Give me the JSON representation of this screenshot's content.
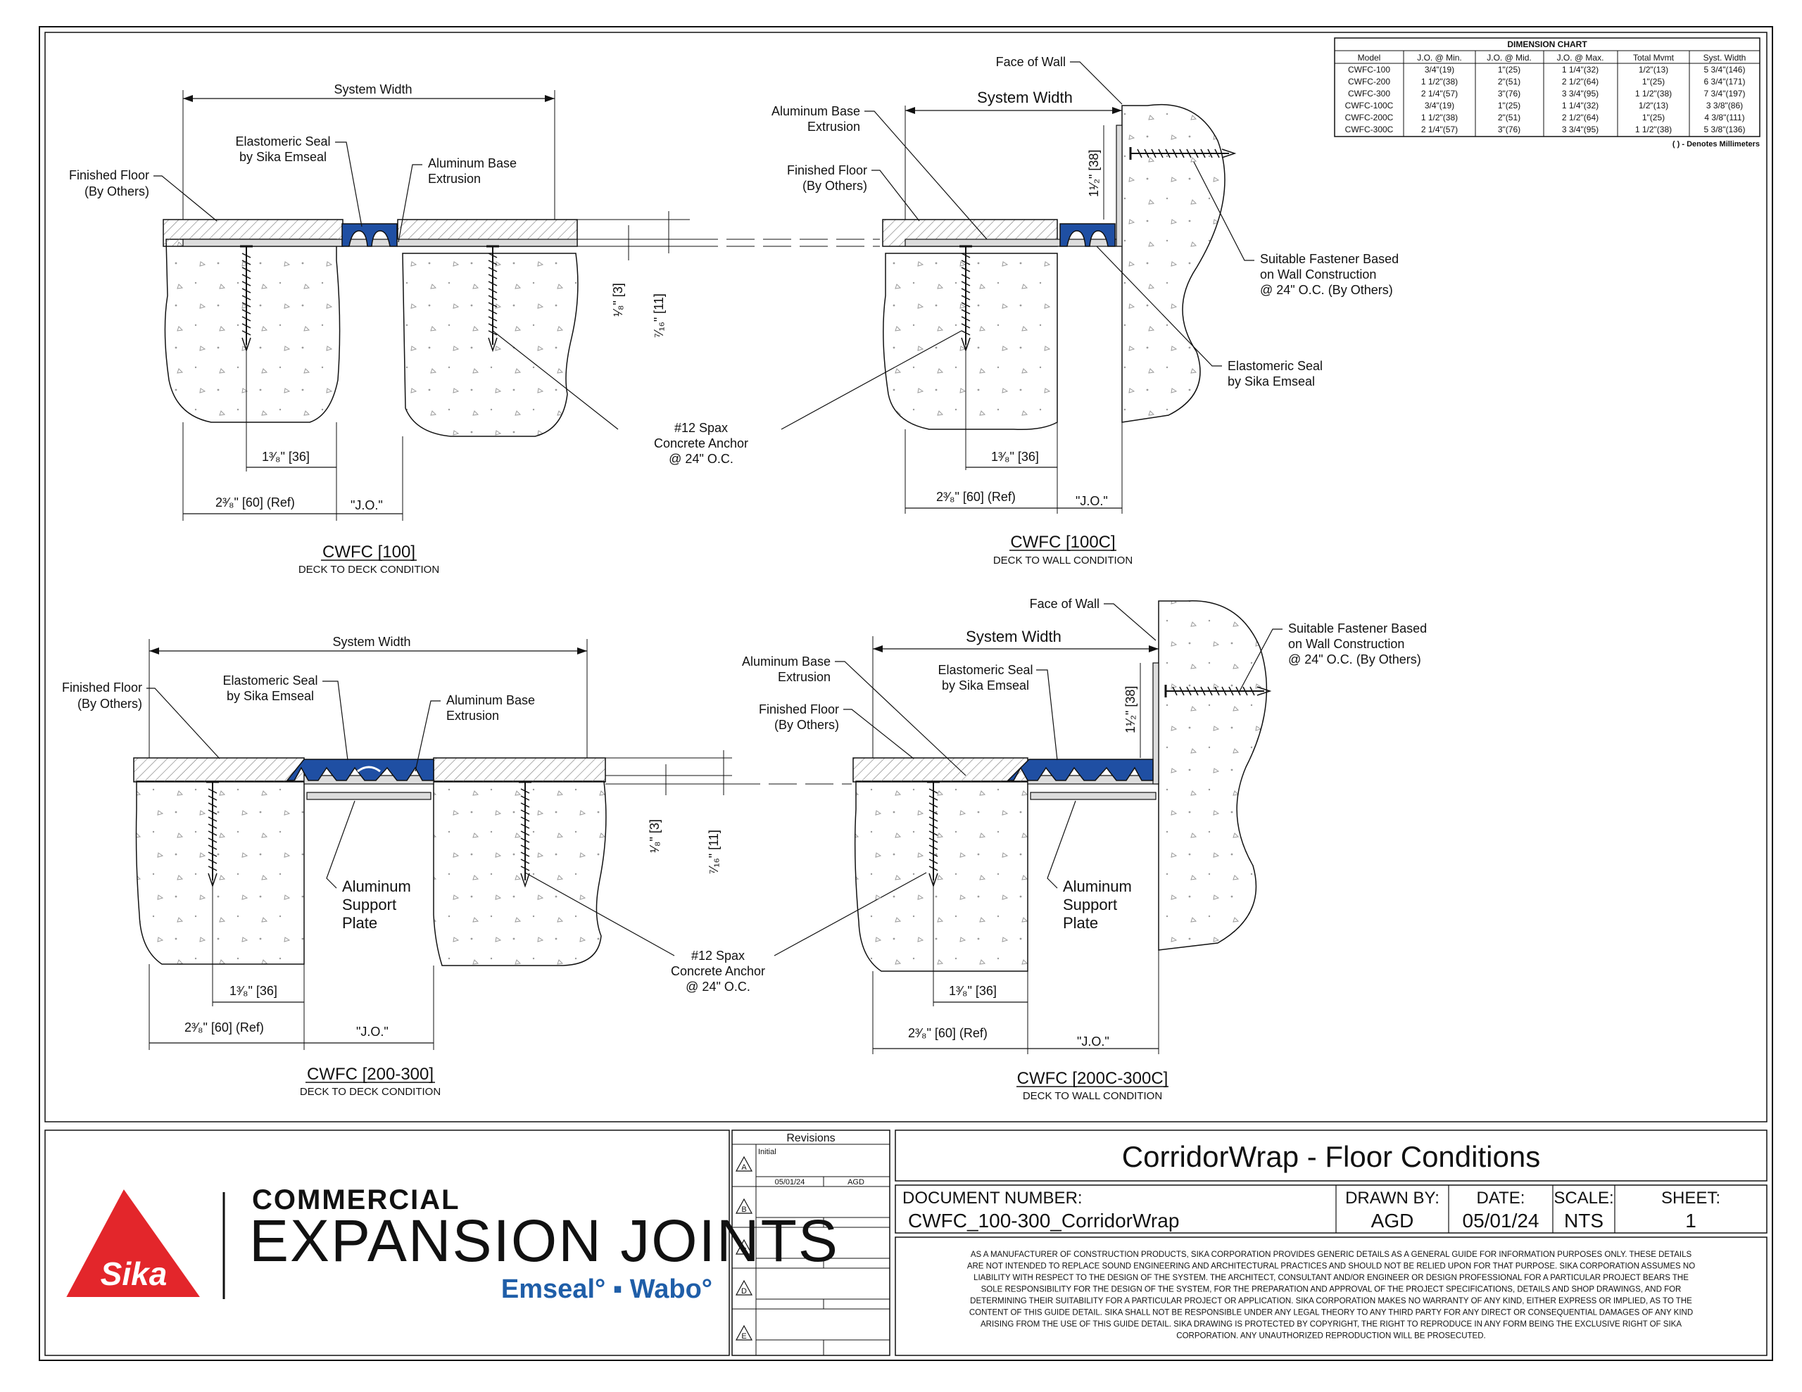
{
  "colors": {
    "seal_blue": "#1f4fa3",
    "logo_red": "#e3262b",
    "brand_blue": "#1f5ea8",
    "line": "#111111",
    "hatch": "#777777"
  },
  "dimension_chart": {
    "title": "DIMENSION CHART",
    "headers": [
      "Model",
      "J.O. @ Min.",
      "J.O. @ Mid.",
      "J.O. @ Max.",
      "Total Mvmt",
      "Syst. Width"
    ],
    "rows": [
      [
        "CWFC-100",
        "3/4\"(19)",
        "1\"(25)",
        "1 1/4\"(32)",
        "1/2\"(13)",
        "5 3/4\"(146)"
      ],
      [
        "CWFC-200",
        "1 1/2\"(38)",
        "2\"(51)",
        "2 1/2\"(64)",
        "1\"(25)",
        "6 3/4\"(171)"
      ],
      [
        "CWFC-300",
        "2 1/4\"(57)",
        "3\"(76)",
        "3 3/4\"(95)",
        "1 1/2\"(38)",
        "7 3/4\"(197)"
      ],
      [
        "CWFC-100C",
        "3/4\"(19)",
        "1\"(25)",
        "1 1/4\"(32)",
        "1/2\"(13)",
        "3 3/8\"(86)"
      ],
      [
        "CWFC-200C",
        "1 1/2\"(38)",
        "2\"(51)",
        "2 1/2\"(64)",
        "1\"(25)",
        "4 3/8\"(111)"
      ],
      [
        "CWFC-300C",
        "2 1/4\"(57)",
        "3\"(76)",
        "3 3/4\"(95)",
        "1 1/2\"(38)",
        "5 3/8\"(136)"
      ]
    ],
    "note": "( ) - Denotes Millimeters"
  },
  "labels": {
    "system_width": "System Width",
    "finished_floor_1": "Finished Floor",
    "finished_floor_2": "(By Others)",
    "seal_1": "Elastomeric Seal",
    "seal_2": "by Sika Emseal",
    "base_1": "Aluminum Base",
    "base_2": "Extrusion",
    "face_of_wall": "Face of Wall",
    "fastener_1": "Suitable Fastener Based",
    "fastener_2": "on Wall Construction",
    "fastener_3": "@ 24\" O.C. (By Others)",
    "anchor_1": "#12 Spax",
    "anchor_2": "Concrete Anchor",
    "anchor_3": "@ 24\" O.C.",
    "support_1": "Aluminum",
    "support_2": "Support",
    "support_3": "Plate",
    "dim_138": "1³⁄₈\" [36]",
    "dim_238": "2³⁄₈\" [60] (Ref)",
    "dim_jo": "\"J.O.\"",
    "dim_18": "¹⁄₈\" [3]",
    "dim_716": "⁷⁄₁₆\" [11]",
    "dim_112": "1¹⁄₂\" [38]"
  },
  "details": [
    {
      "title": "CWFC [100]",
      "subtitle": "DECK TO DECK CONDITION"
    },
    {
      "title": "CWFC [100C]",
      "subtitle": "DECK TO WALL CONDITION"
    },
    {
      "title": "CWFC [200-300]",
      "subtitle": "DECK TO DECK CONDITION"
    },
    {
      "title": "CWFC [200C-300C]",
      "subtitle": "DECK TO WALL CONDITION"
    }
  ],
  "revisions": {
    "title": "Revisions",
    "row_a_label": "Initial",
    "row_a_date": "05/01/24",
    "row_a_by": "AGD",
    "markers": [
      "A",
      "B",
      "C",
      "D",
      "E"
    ]
  },
  "brand": {
    "logo_text": "Sika",
    "line1": "COMMERCIAL",
    "line2": "EXPANSION JOINTS",
    "line3": "Emseal° ▪ Wabo°"
  },
  "title_block": {
    "title": "CorridorWrap - Floor Conditions",
    "doc_number_label": "DOCUMENT NUMBER:",
    "doc_number": "CWFC_100-300_CorridorWrap",
    "drawn_by_label": "DRAWN BY:",
    "drawn_by": "AGD",
    "date_label": "DATE:",
    "date": "05/01/24",
    "scale_label": "SCALE:",
    "scale": "NTS",
    "sheet_label": "SHEET:",
    "sheet": "1",
    "disclaimer": [
      "AS A MANUFACTURER OF CONSTRUCTION PRODUCTS, SIKA CORPORATION PROVIDES GENERIC DETAILS AS A GENERAL GUIDE FOR INFORMATION PURPOSES ONLY. THESE DETAILS",
      "ARE NOT INTENDED TO REPLACE SOUND ENGINEERING AND ARCHITECTURAL PRACTICES AND SHOULD NOT BE RELIED UPON FOR THAT PURPOSE. SIKA CORPORATION ASSUMES NO",
      "LIABILITY WITH RESPECT TO THE DESIGN OF THE SYSTEM. THE ARCHITECT, CONSULTANT AND/OR ENGINEER OR DESIGN PROFESSIONAL FOR A PARTICULAR PROJECT BEARS THE",
      "SOLE RESPONSIBILITY FOR THE DESIGN OF THE SYSTEM, FOR THE PREPARATION AND APPROVAL OF THE PROJECT SPECIFICATIONS, DETAILS AND SHOP DRAWINGS, AND FOR",
      "DETERMINING THEIR SUITABILITY FOR A PARTICULAR PROJECT OR APPLICATION. SIKA CORPORATION MAKES NO WARRANTY OF ANY KIND, EITHER EXPRESS OR IMPLIED, AS TO THE",
      "CONTENT OF THIS GUIDE DETAIL. SIKA SHALL NOT BE RESPONSIBLE UNDER ANY LEGAL THEORY TO ANY THIRD PARTY FOR ANY DIRECT OR CONSEQUENTIAL DAMAGES OF ANY KIND",
      "ARISING FROM THE USE OF THIS GUIDE DETAIL. SIKA DRAWING IS PROTECTED BY COPYRIGHT, THE RIGHT TO REPRODUCE IN ANY FORM BEING THE EXCLUSIVE RIGHT OF SIKA",
      "CORPORATION. ANY UNAUTHORIZED REPRODUCTION WILL BE PROSECUTED."
    ]
  }
}
